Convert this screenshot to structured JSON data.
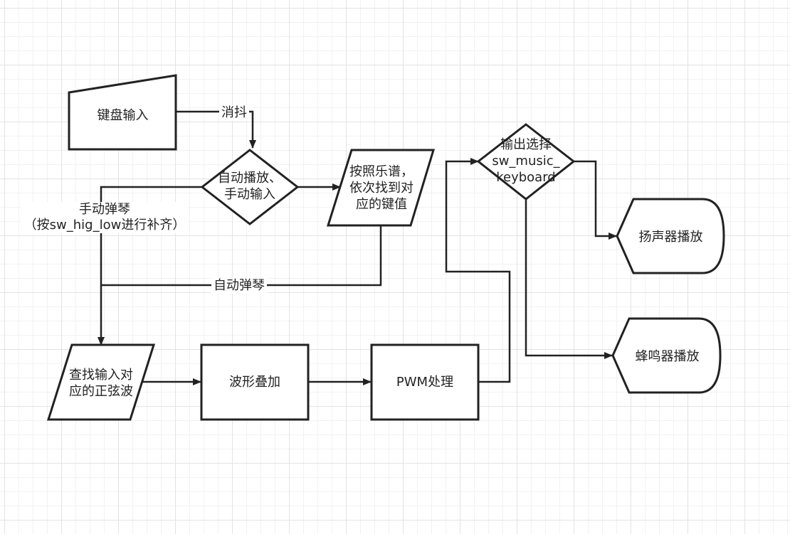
{
  "nodes": {
    "keyboard_input": "键盘输入",
    "auto_or_manual": "自动播放、\n手动输入",
    "find_by_score": "按照乐谱，\n依次找到对\n应的键值",
    "find_sine": "查找输入对\n应的正弦波",
    "wave_superpose": "波形叠加",
    "pwm": "PWM处理",
    "output_select": "输出选择\nsw_music_\nkeyboard",
    "speaker": "扬声器播放",
    "buzzer": "蜂鸣器播放"
  },
  "edges": {
    "debounce": "消抖",
    "manual_play": "手动弹琴\n（按sw_hig_low进行补齐）",
    "auto_play": "自动弹琴"
  }
}
